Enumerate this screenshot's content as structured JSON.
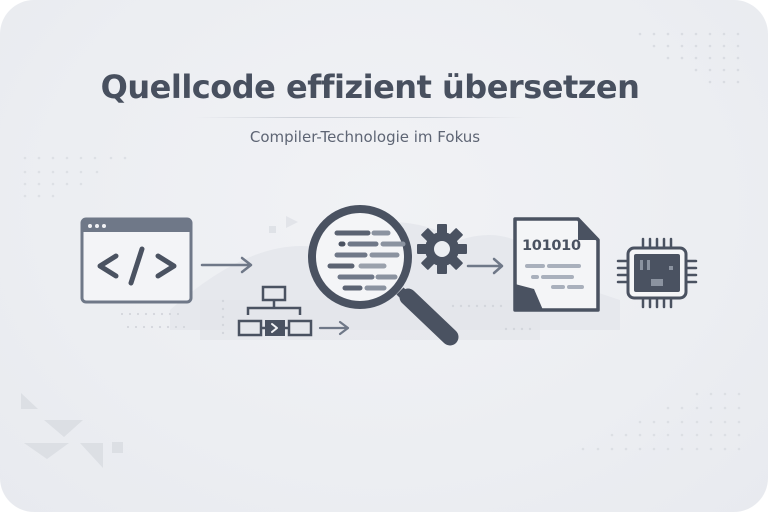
{
  "header": {
    "title": "Quellcode effizient übersetzen",
    "subtitle": "Compiler-Technologie im Fokus"
  },
  "illustration": {
    "steps": [
      {
        "name": "source-code-window",
        "icon": "code-window-icon",
        "glyph": "</>"
      },
      {
        "name": "syntax-tree",
        "icon": "flowchart-icon",
        "glyph": ">"
      },
      {
        "name": "analysis",
        "icon": "magnifier-icon"
      },
      {
        "name": "optimization",
        "icon": "gear-icon"
      },
      {
        "name": "binary-output",
        "icon": "binary-file-icon",
        "text": "101010"
      },
      {
        "name": "processor",
        "icon": "cpu-chip-icon"
      }
    ],
    "colors": {
      "icon_dark": "#4a5261",
      "icon_mid": "#6f7888",
      "icon_light": "#a9b0bc",
      "background": "#eceef2",
      "title": "#48505f",
      "subtitle": "#5e6574"
    }
  }
}
